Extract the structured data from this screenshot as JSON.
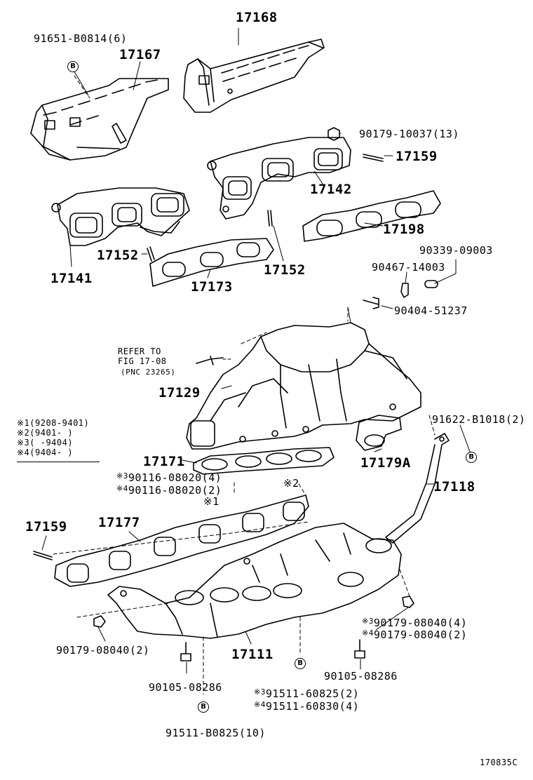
{
  "diagram_id": "170835C",
  "parts": {
    "p17168": "17168",
    "p91651": "91651-B0814(6)",
    "p17167": "17167",
    "p90179_10037": "90179-10037(13)",
    "p17159_top": "17159",
    "p17142": "17142",
    "p17198": "17198",
    "p17152_a": "17152",
    "p17152_b": "17152",
    "p17141": "17141",
    "p17173": "17173",
    "p90339": "90339-09003",
    "p90467": "90467-14003",
    "p90404": "90404-51237",
    "p17129": "17129",
    "p91622": "91622-B1018(2)",
    "p17171": "17171",
    "p17179a": "17179A",
    "p90116_3": "90116-08020(4)",
    "p90116_4": "90116-08020(2)",
    "p17118": "17118",
    "p17159_left": "17159",
    "p17177": "17177",
    "p90179_08040_left": "90179-08040(2)",
    "p17111": "17111",
    "p90179_08040_3": "90179-08040(4)",
    "p90179_08040_4": "90179-08040(2)",
    "p90105_left": "90105-08286",
    "p90105_right": "90105-08286",
    "p91511_3": "91511-60825(2)",
    "p91511_4": "91511-60830(4)",
    "p91511_b0825": "91511-B0825(10)"
  },
  "refer": {
    "line1": "REFER TO",
    "line2": "FIG 17-08",
    "line3": "(PNC 23265)"
  },
  "legend": [
    {
      "mark": "※1",
      "range": "(9208-9401)"
    },
    {
      "mark": "※2",
      "range": "(9401-     )"
    },
    {
      "mark": "※3",
      "range": "(     -9404)"
    },
    {
      "mark": "※4",
      "range": "(9404-     )"
    }
  ],
  "marks": {
    "m1": "※1",
    "m2": "※2",
    "m3": "※3",
    "m4": "※4",
    "circle_b": "B"
  }
}
